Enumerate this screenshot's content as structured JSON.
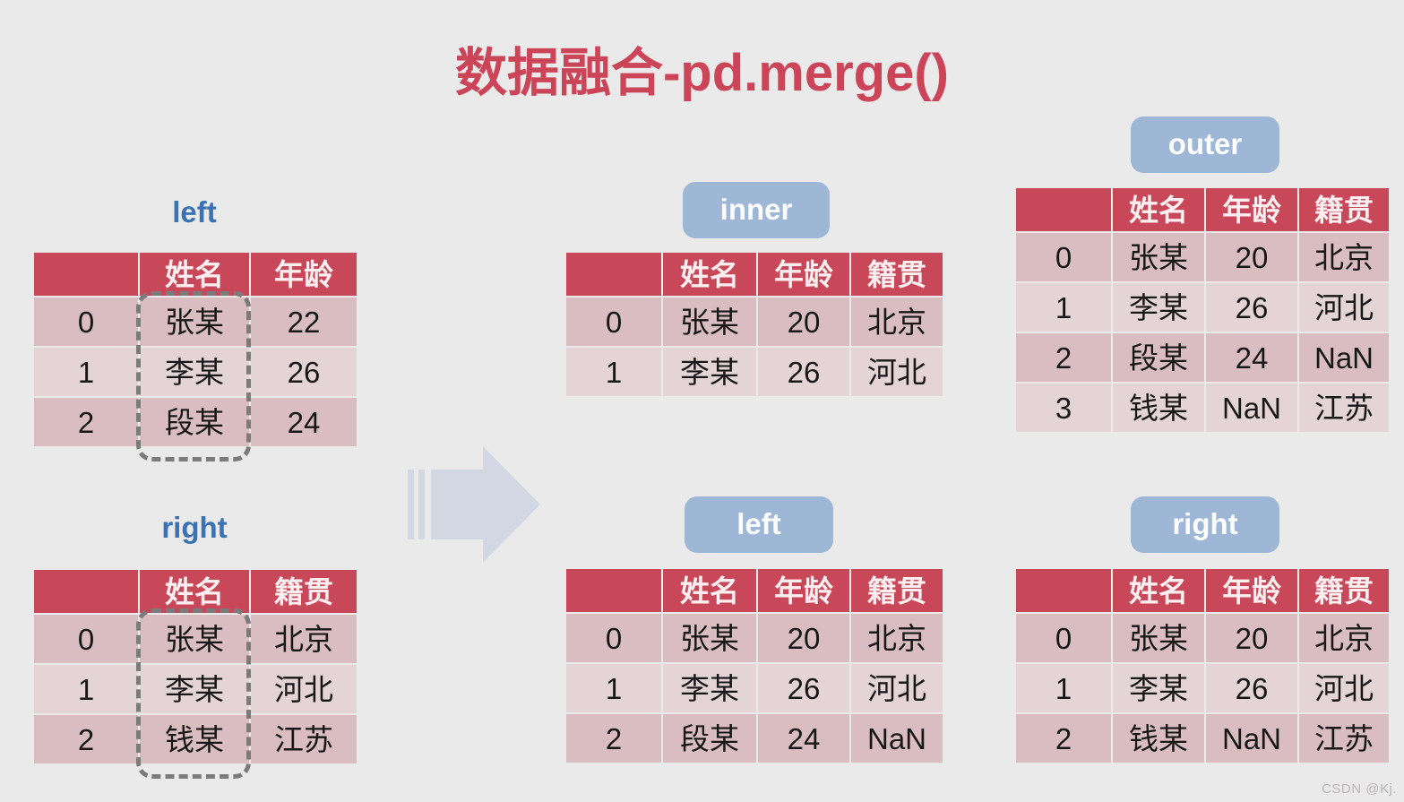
{
  "title": "数据融合-pd.merge()",
  "watermark": "CSDN @Kj.",
  "labels": {
    "left_source": "left",
    "right_source": "right",
    "inner": "inner",
    "outer": "outer",
    "left_join": "left",
    "right_join": "right"
  },
  "columns": {
    "index": "",
    "name": "姓名",
    "age": "年龄",
    "origin": "籍贯"
  },
  "tables": {
    "left_source": {
      "label": "left",
      "label_style": "plain",
      "headers": [
        "",
        "姓名",
        "年龄"
      ],
      "rows": [
        [
          "0",
          "张某",
          "22"
        ],
        [
          "1",
          "李某",
          "26"
        ],
        [
          "2",
          "段某",
          "24"
        ]
      ]
    },
    "right_source": {
      "label": "right",
      "label_style": "plain",
      "headers": [
        "",
        "姓名",
        "籍贯"
      ],
      "rows": [
        [
          "0",
          "张某",
          "北京"
        ],
        [
          "1",
          "李某",
          "河北"
        ],
        [
          "2",
          "钱某",
          "江苏"
        ]
      ]
    },
    "inner": {
      "label": "inner",
      "label_style": "badge",
      "headers": [
        "",
        "姓名",
        "年龄",
        "籍贯"
      ],
      "rows": [
        [
          "0",
          "张某",
          "20",
          "北京"
        ],
        [
          "1",
          "李某",
          "26",
          "河北"
        ]
      ]
    },
    "outer": {
      "label": "outer",
      "label_style": "badge",
      "headers": [
        "",
        "姓名",
        "年龄",
        "籍贯"
      ],
      "rows": [
        [
          "0",
          "张某",
          "20",
          "北京"
        ],
        [
          "1",
          "李某",
          "26",
          "河北"
        ],
        [
          "2",
          "段某",
          "24",
          "NaN"
        ],
        [
          "3",
          "钱某",
          "NaN",
          "江苏"
        ]
      ]
    },
    "left_join": {
      "label": "left",
      "label_style": "badge",
      "headers": [
        "",
        "姓名",
        "年龄",
        "籍贯"
      ],
      "rows": [
        [
          "0",
          "张某",
          "20",
          "北京"
        ],
        [
          "1",
          "李某",
          "26",
          "河北"
        ],
        [
          "2",
          "段某",
          "24",
          "NaN"
        ]
      ]
    },
    "right_join": {
      "label": "right",
      "label_style": "badge",
      "headers": [
        "",
        "姓名",
        "年龄",
        "籍贯"
      ],
      "rows": [
        [
          "0",
          "张某",
          "20",
          "北京"
        ],
        [
          "1",
          "李某",
          "26",
          "河北"
        ],
        [
          "2",
          "钱某",
          "NaN",
          "江苏"
        ]
      ]
    }
  },
  "colors": {
    "background": "#ebeaea",
    "title": "#cb4457",
    "header_red": "#c8485a",
    "row_odd": "#dabdc1",
    "row_even": "#e4d4d6",
    "badge_blue": "#9fb7d6",
    "label_blue": "#3a72b3",
    "arrow": "#d2d7e4",
    "key_outline": "#7b7b7b"
  },
  "icons": {
    "arrow": "right-arrow-icon"
  }
}
